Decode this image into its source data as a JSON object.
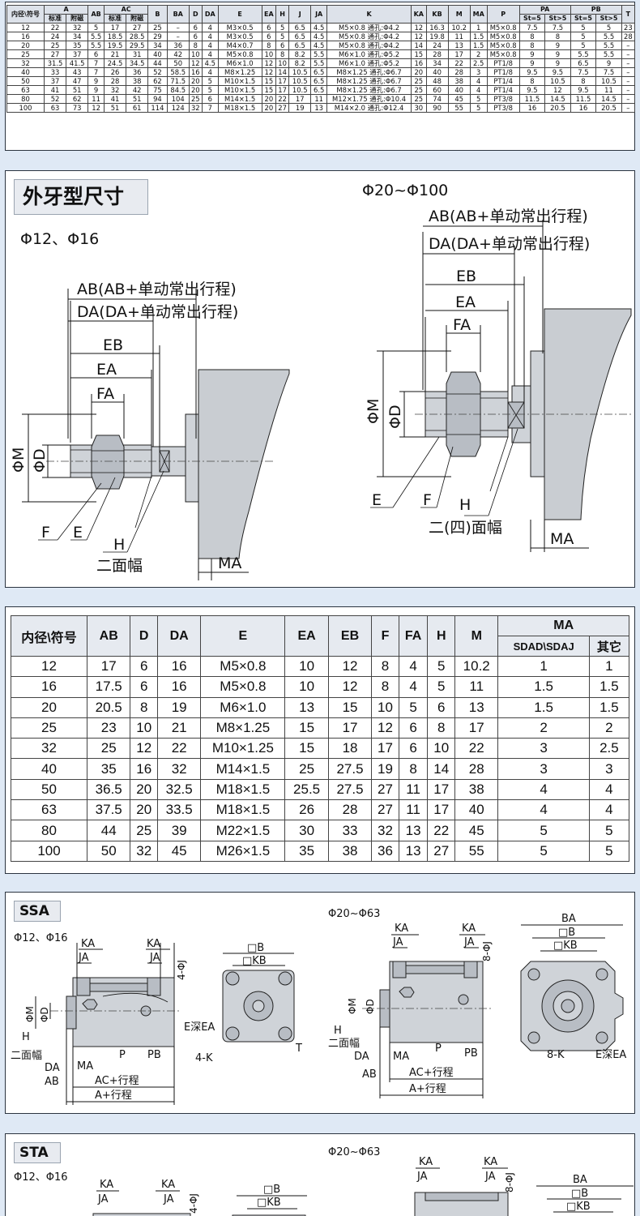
{
  "table1": {
    "headers": {
      "bore": "内径\\符号",
      "A": "A",
      "A_std": "标准",
      "A_mag": "附磁",
      "AB": "AB",
      "AC": "AC",
      "AC_std": "标准",
      "AC_mag": "附磁",
      "B": "B",
      "BA": "BA",
      "D": "D",
      "DA": "DA",
      "E": "E",
      "EA": "EA",
      "H": "H",
      "J": "J",
      "JA": "JA",
      "K": "K",
      "KA": "KA",
      "KB": "KB",
      "M": "M",
      "MA": "MA",
      "P": "P",
      "PA": "PA",
      "PA_s1": "St=5",
      "PA_s2": "St>5",
      "PB": "PB",
      "PB_s1": "St=5",
      "PB_s2": "St>5",
      "T": "T"
    },
    "rows": [
      [
        "12",
        "22",
        "32",
        "5",
        "17",
        "27",
        "25",
        "–",
        "6",
        "4",
        "M3×0.5",
        "6",
        "5",
        "6.5",
        "4.5",
        "M5×0.8 通孔:Φ4.2",
        "12",
        "16.3",
        "10.2",
        "1",
        "M5×0.8",
        "7.5",
        "7.5",
        "5",
        "5",
        "23"
      ],
      [
        "16",
        "24",
        "34",
        "5.5",
        "18.5",
        "28.5",
        "29",
        "–",
        "6",
        "4",
        "M3×0.5",
        "6",
        "5",
        "6.5",
        "4.5",
        "M5×0.8 通孔:Φ4.2",
        "12",
        "19.8",
        "11",
        "1.5",
        "M5×0.8",
        "8",
        "8",
        "5",
        "5.5",
        "28"
      ],
      [
        "20",
        "25",
        "35",
        "5.5",
        "19.5",
        "29.5",
        "34",
        "36",
        "8",
        "4",
        "M4×0.7",
        "8",
        "6",
        "6.5",
        "4.5",
        "M5×0.8 通孔:Φ4.2",
        "14",
        "24",
        "13",
        "1.5",
        "M5×0.8",
        "8",
        "9",
        "5",
        "5.5",
        "–"
      ],
      [
        "25",
        "27",
        "37",
        "6",
        "21",
        "31",
        "40",
        "42",
        "10",
        "4",
        "M5×0.8",
        "10",
        "8",
        "8.2",
        "5.5",
        "M6×1.0 通孔:Φ5.2",
        "15",
        "28",
        "17",
        "2",
        "M5×0.8",
        "9",
        "9",
        "5.5",
        "5.5",
        "–"
      ],
      [
        "32",
        "31.5",
        "41.5",
        "7",
        "24.5",
        "34.5",
        "44",
        "50",
        "12",
        "4.5",
        "M6×1.0",
        "12",
        "10",
        "8.2",
        "5.5",
        "M6×1.0 通孔:Φ5.2",
        "16",
        "34",
        "22",
        "2.5",
        "PT1/8",
        "9",
        "9",
        "6.5",
        "9",
        "–"
      ],
      [
        "40",
        "33",
        "43",
        "7",
        "26",
        "36",
        "52",
        "58.5",
        "16",
        "4",
        "M8×1.25",
        "12",
        "14",
        "10.5",
        "6.5",
        "M8×1.25 通孔:Φ6.7",
        "20",
        "40",
        "28",
        "3",
        "PT1/8",
        "9.5",
        "9.5",
        "7.5",
        "7.5",
        "–"
      ],
      [
        "50",
        "37",
        "47",
        "9",
        "28",
        "38",
        "62",
        "71.5",
        "20",
        "5",
        "M10×1.5",
        "15",
        "17",
        "10.5",
        "6.5",
        "M8×1.25 通孔:Φ6.7",
        "25",
        "48",
        "38",
        "4",
        "PT1/4",
        "8",
        "10.5",
        "8",
        "10.5",
        "–"
      ],
      [
        "63",
        "41",
        "51",
        "9",
        "32",
        "42",
        "75",
        "84.5",
        "20",
        "5",
        "M10×1.5",
        "15",
        "17",
        "10.5",
        "6.5",
        "M8×1.25 通孔:Φ6.7",
        "25",
        "60",
        "40",
        "4",
        "PT1/4",
        "9.5",
        "12",
        "9.5",
        "11",
        "–"
      ],
      [
        "80",
        "52",
        "62",
        "11",
        "41",
        "51",
        "94",
        "104",
        "25",
        "6",
        "M14×1.5",
        "20",
        "22",
        "17",
        "11",
        "M12×1.75 通孔:Φ10.4",
        "25",
        "74",
        "45",
        "5",
        "PT3/8",
        "11.5",
        "14.5",
        "11.5",
        "14.5",
        "–"
      ],
      [
        "100",
        "63",
        "73",
        "12",
        "51",
        "61",
        "114",
        "124",
        "32",
        "7",
        "M18×1.5",
        "20",
        "27",
        "19",
        "13",
        "M14×2.0 通孔:Φ12.4",
        "30",
        "90",
        "55",
        "5",
        "PT3/8",
        "16",
        "20.5",
        "16",
        "20.5",
        "–"
      ]
    ]
  },
  "section_external": {
    "title": "外牙型尺寸",
    "small_size": "Φ12、Φ16",
    "large_size": "Φ20~Φ100",
    "label_AB": "AB(AB+单动常出行程)",
    "label_DA": "DA(DA+单动常出行程)",
    "label_EB": "EB",
    "label_EA": "EA",
    "label_FA": "FA",
    "label_M": "ΦM",
    "label_D": "ΦD",
    "label_E": "E",
    "label_F": "F",
    "label_H": "H",
    "label_flats_2": "二面幅",
    "label_flats_24": "二(四)面幅",
    "label_MA": "MA"
  },
  "table3": {
    "headers": [
      "内径\\符号",
      "AB",
      "D",
      "DA",
      "E",
      "EA",
      "EB",
      "F",
      "FA",
      "H",
      "M",
      "MA"
    ],
    "ma_sub": [
      "SDAD\\SDAJ",
      "其它"
    ],
    "rows": [
      [
        "12",
        "17",
        "6",
        "16",
        "M5×0.8",
        "10",
        "12",
        "8",
        "4",
        "5",
        "10.2",
        "1",
        "1"
      ],
      [
        "16",
        "17.5",
        "6",
        "16",
        "M5×0.8",
        "10",
        "12",
        "8",
        "4",
        "5",
        "11",
        "1.5",
        "1.5"
      ],
      [
        "20",
        "20.5",
        "8",
        "19",
        "M6×1.0",
        "13",
        "15",
        "10",
        "5",
        "6",
        "13",
        "1.5",
        "1.5"
      ],
      [
        "25",
        "23",
        "10",
        "21",
        "M8×1.25",
        "15",
        "17",
        "12",
        "6",
        "8",
        "17",
        "2",
        "2"
      ],
      [
        "32",
        "25",
        "12",
        "22",
        "M10×1.25",
        "15",
        "18",
        "17",
        "6",
        "10",
        "22",
        "3",
        "2.5"
      ],
      [
        "40",
        "35",
        "16",
        "32",
        "M14×1.5",
        "25",
        "27.5",
        "19",
        "8",
        "14",
        "28",
        "3",
        "3"
      ],
      [
        "50",
        "36.5",
        "20",
        "32.5",
        "M18×1.5",
        "25.5",
        "27.5",
        "27",
        "11",
        "17",
        "38",
        "4",
        "4"
      ],
      [
        "63",
        "37.5",
        "20",
        "33.5",
        "M18×1.5",
        "26",
        "28",
        "27",
        "11",
        "17",
        "40",
        "4",
        "4"
      ],
      [
        "80",
        "44",
        "25",
        "39",
        "M22×1.5",
        "30",
        "33",
        "32",
        "13",
        "22",
        "45",
        "5",
        "5"
      ],
      [
        "100",
        "50",
        "32",
        "45",
        "M26×1.5",
        "35",
        "38",
        "36",
        "13",
        "27",
        "55",
        "5",
        "5"
      ]
    ]
  },
  "section_ssa": {
    "title": "SSA",
    "small_size": "Φ12、Φ16",
    "large_size": "Φ20~Φ63",
    "labels": {
      "KA": "KA",
      "JA": "JA",
      "J": "4-ΦJ",
      "J8": "8-ΦJ",
      "M": "ΦM",
      "D": "ΦD",
      "H": "H",
      "flats": "二面幅",
      "DA": "DA",
      "AB": "AB",
      "MA": "MA",
      "P": "P",
      "PB": "PB",
      "ACstroke": "AC+行程",
      "Astroke": "A+行程",
      "B": "□B",
      "KB": "□KB",
      "BA": "BA",
      "EEA": "E深EA",
      "K4": "4-K",
      "K8": "8-K",
      "T": "T"
    }
  },
  "section_sta": {
    "title": "STA",
    "small_size": "Φ12、Φ16",
    "large_size": "Φ20~Φ63",
    "labels": {
      "KA": "KA",
      "JA": "JA",
      "J": "4-ΦJ",
      "J8": "8-ΦJ",
      "B": "□B",
      "KB": "□KB",
      "BA": "BA"
    }
  },
  "colors": {
    "background": "#dfe9f5",
    "header": "#dde2ea",
    "part": "#cfd3d8",
    "border": "#2b3440"
  }
}
